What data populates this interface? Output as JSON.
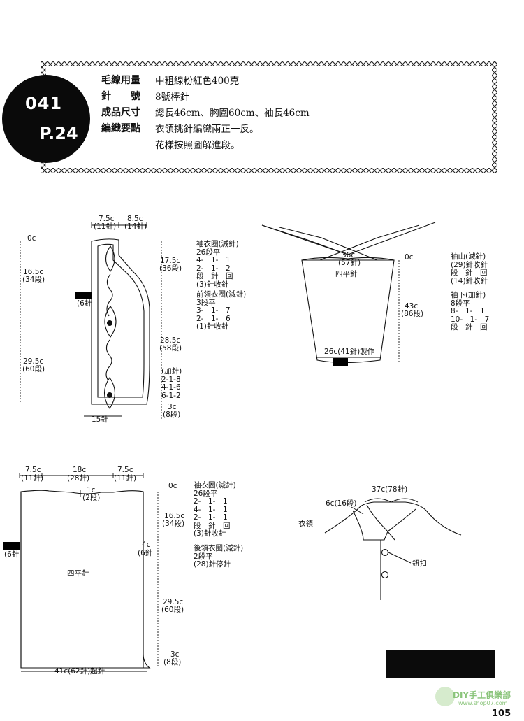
{
  "header": {
    "pattern_number": "041",
    "page_ref": "P.24",
    "rows": [
      {
        "label": "毛線用量",
        "value": "中粗線粉紅色400克"
      },
      {
        "label": "針　　號",
        "value": "8號棒針"
      },
      {
        "label": "成品尺寸",
        "value": "總長46cm、胸圍60cm、袖長46cm"
      },
      {
        "label": "編織要點",
        "value": "衣領挑針編織兩正一反。"
      }
    ],
    "extra_line": "花樣按照圖解進段。"
  },
  "front": {
    "top_left": "7.5c",
    "top_left_sts": "(11針)",
    "top_right": "8.5c",
    "top_right_sts": "(14針)",
    "left_0": "0c",
    "left_1": "16.5c",
    "left_1_rows": "(34段)",
    "left_2": "29.5c",
    "left_2_rows": "(60段)",
    "right_1": "17.5c",
    "right_1_rows": "(36段)",
    "right_2": "28.5c",
    "right_2_rows": "(58段)",
    "right_3": "3c",
    "right_3_rows": "(8段)",
    "underarm": "(6針",
    "bottom": "15針",
    "armhole_notes": "袖衣圈(減針)\n26段平\n4-　1-　1\n2-　1-　2\n段　針　回\n(3)針收針",
    "neck_notes": "前領衣圈(減針)\n3段平\n3-　1-　7\n2-　1-　6\n(1)針收針",
    "inc_notes": "(加針)\n2-1-8\n4-1-6\n6-1-2"
  },
  "sleeve": {
    "top_width": "36c",
    "top_sts": "(57針)",
    "label": "四平針",
    "right_0": "0c",
    "length": "43c",
    "length_rows": "(86段)",
    "cast_on": "26c(41針)製作",
    "cap_notes": "袖山(減針)\n(29)針收針\n段　針　回\n(14)針收針",
    "under_notes": "袖下(加針)\n8段平\n8-　1-　1\n10-　1-　7\n段　針　回"
  },
  "back": {
    "top_1": "7.5c",
    "top_1_sts": "(11針)",
    "top_2": "18c",
    "top_2_sts": "(28針)",
    "top_3": "7.5c",
    "top_3_sts": "(11針)",
    "neck_1": "1c",
    "neck_1_rows": "(2段)",
    "right_0": "0c",
    "right_1": "16.5c",
    "right_1_rows": "(34段)",
    "right_2": "29.5c",
    "right_2_rows": "(60段)",
    "right_3": "3c",
    "right_3_rows": "(8段)",
    "underarm_left": "(6針",
    "underarm_right_c": "4c",
    "underarm_right_sts": "(6針",
    "label": "四平針",
    "bottom": "41c(62針)起針",
    "armhole_notes": "袖衣圈(減針)\n26段平\n2-　1-　1\n4-　1-　1\n2-　1-　1\n段　針　回\n(3)針收針",
    "neck_notes": "後領衣圈(減針)\n2段平\n(28)針停針"
  },
  "collar": {
    "width": "37c(78針)",
    "depth": "6c(16段)",
    "label": "衣領",
    "button": "鈕扣"
  },
  "footer": {
    "page_number": "105",
    "site_name": "DIY手工俱樂部",
    "site_url": "www.shop07.com"
  }
}
